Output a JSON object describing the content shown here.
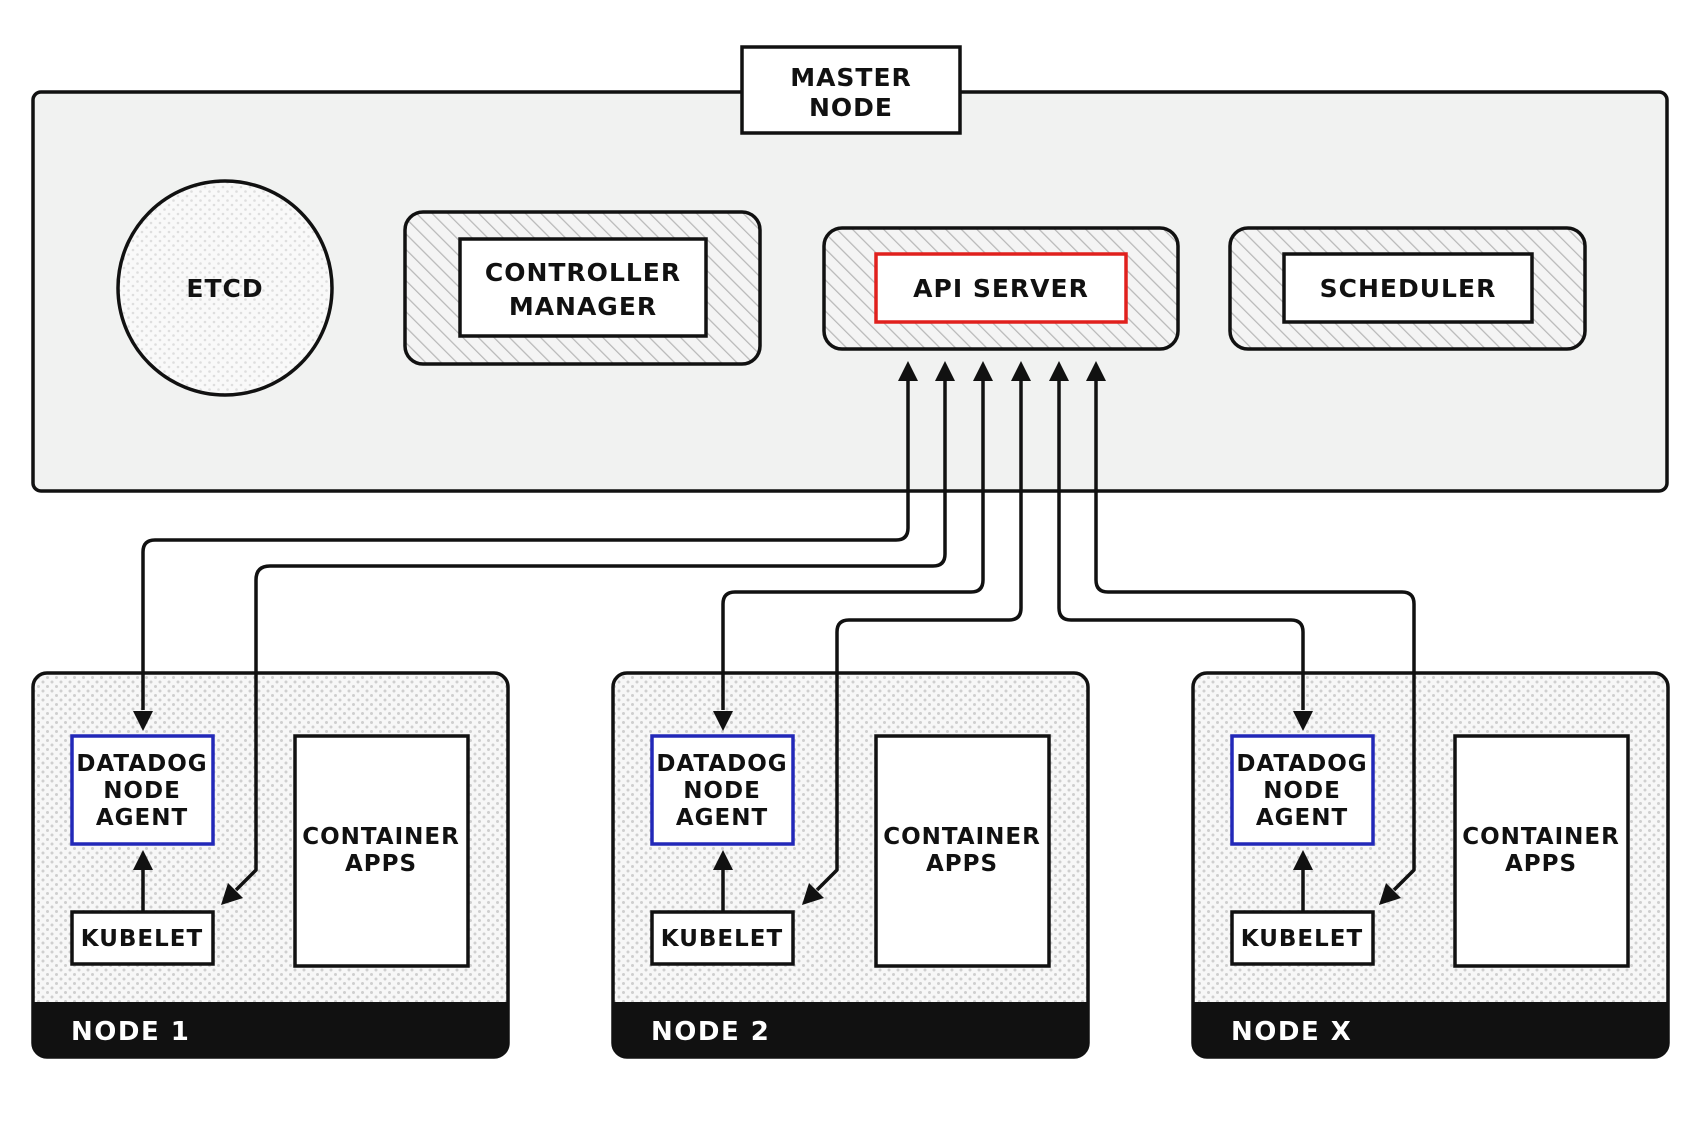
{
  "master": {
    "title_line1": "MASTER",
    "title_line2": "NODE",
    "etcd": "ETCD",
    "controller_line1": "CONTROLLER",
    "controller_line2": "MANAGER",
    "api_server": "API SERVER",
    "scheduler": "SCHEDULER"
  },
  "nodes": [
    {
      "name": "NODE 1",
      "agent_line1": "DATADOG",
      "agent_line2": "NODE",
      "agent_line3": "AGENT",
      "kubelet": "KUBELET",
      "apps_line1": "CONTAINER",
      "apps_line2": "APPS"
    },
    {
      "name": "NODE 2",
      "agent_line1": "DATADOG",
      "agent_line2": "NODE",
      "agent_line3": "AGENT",
      "kubelet": "KUBELET",
      "apps_line1": "CONTAINER",
      "apps_line2": "APPS"
    },
    {
      "name": "NODE X",
      "agent_line1": "DATADOG",
      "agent_line2": "NODE",
      "agent_line3": "AGENT",
      "kubelet": "KUBELET",
      "apps_line1": "CONTAINER",
      "apps_line2": "APPS"
    }
  ],
  "colors": {
    "api_server_border": "#e0201d",
    "agent_border": "#2228b8",
    "master_fill": "#f1f2f1",
    "node_label_bar": "#111111"
  }
}
